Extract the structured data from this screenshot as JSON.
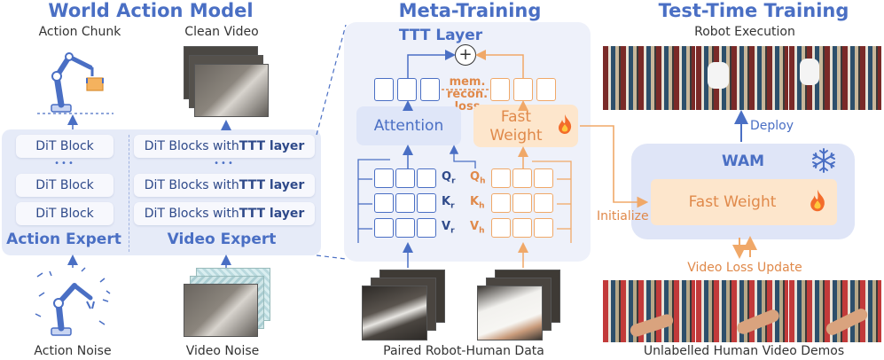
{
  "left": {
    "title": "World Action Model",
    "action_chunk": "Action Chunk",
    "clean_video": "Clean Video",
    "action_noise": "Action Noise",
    "video_noise": "Video Noise",
    "action_blocks": [
      "DiT Block",
      "DiT Block",
      "DiT Block"
    ],
    "ellipsis": "•••",
    "video_block_prefix": "DiT Blocks with ",
    "video_block_bold": "TTT layer",
    "action_expert": "Action Expert",
    "video_expert": "Video Expert"
  },
  "middle": {
    "title": "Meta-Training",
    "ttt_layer": "TTT Layer",
    "plus": "+",
    "attention": "Attention",
    "fast_weight": "Fast Weight",
    "mem_recon_loss": [
      "mem.",
      "recon.",
      "loss"
    ],
    "qkv_r": [
      "Q",
      "K",
      "V"
    ],
    "sub_r": "r",
    "qkv_h": [
      "Q",
      "K",
      "V"
    ],
    "sub_h": "h",
    "paired_data": "Paired Robot-Human Data"
  },
  "right": {
    "title": "Test-Time Training",
    "robot_execution": "Robot Execution",
    "deploy": "Deploy",
    "wam": "WAM",
    "fast_weight": "Fast Weight",
    "initialize": "Initialize",
    "video_loss_update": "Video Loss Update",
    "human_demos": "Unlabelled Human Video Demos"
  },
  "colors": {
    "blue": "#4a6fc4",
    "orange": "#f0a868",
    "panel": "#e6ebf8"
  },
  "icons": [
    "robot-arm-icon",
    "fire-icon",
    "snowflake-icon",
    "plus-circle-icon"
  ]
}
